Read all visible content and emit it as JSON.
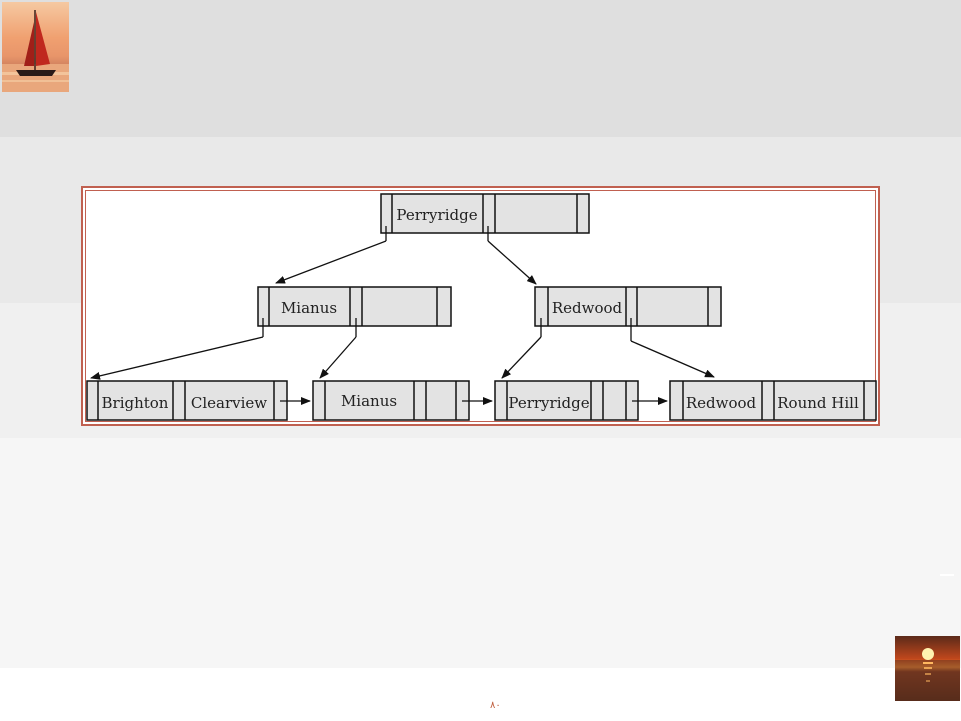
{
  "slide": {
    "page_number": "٨٠"
  },
  "diagram": {
    "root": {
      "keys": [
        "Perryridge",
        ""
      ]
    },
    "internal": [
      {
        "keys": [
          "Mianus",
          ""
        ]
      },
      {
        "keys": [
          "Redwood",
          ""
        ]
      }
    ],
    "leaves": [
      {
        "keys": [
          "Brighton",
          "Clearview"
        ]
      },
      {
        "keys": [
          "Mianus",
          ""
        ]
      },
      {
        "keys": [
          "Perryridge",
          ""
        ]
      },
      {
        "keys": [
          "Redwood",
          "Round Hill"
        ]
      }
    ]
  },
  "colors": {
    "node_fill": "#e3e3e3",
    "node_stroke": "#111111",
    "frame_border": "#c06050"
  }
}
